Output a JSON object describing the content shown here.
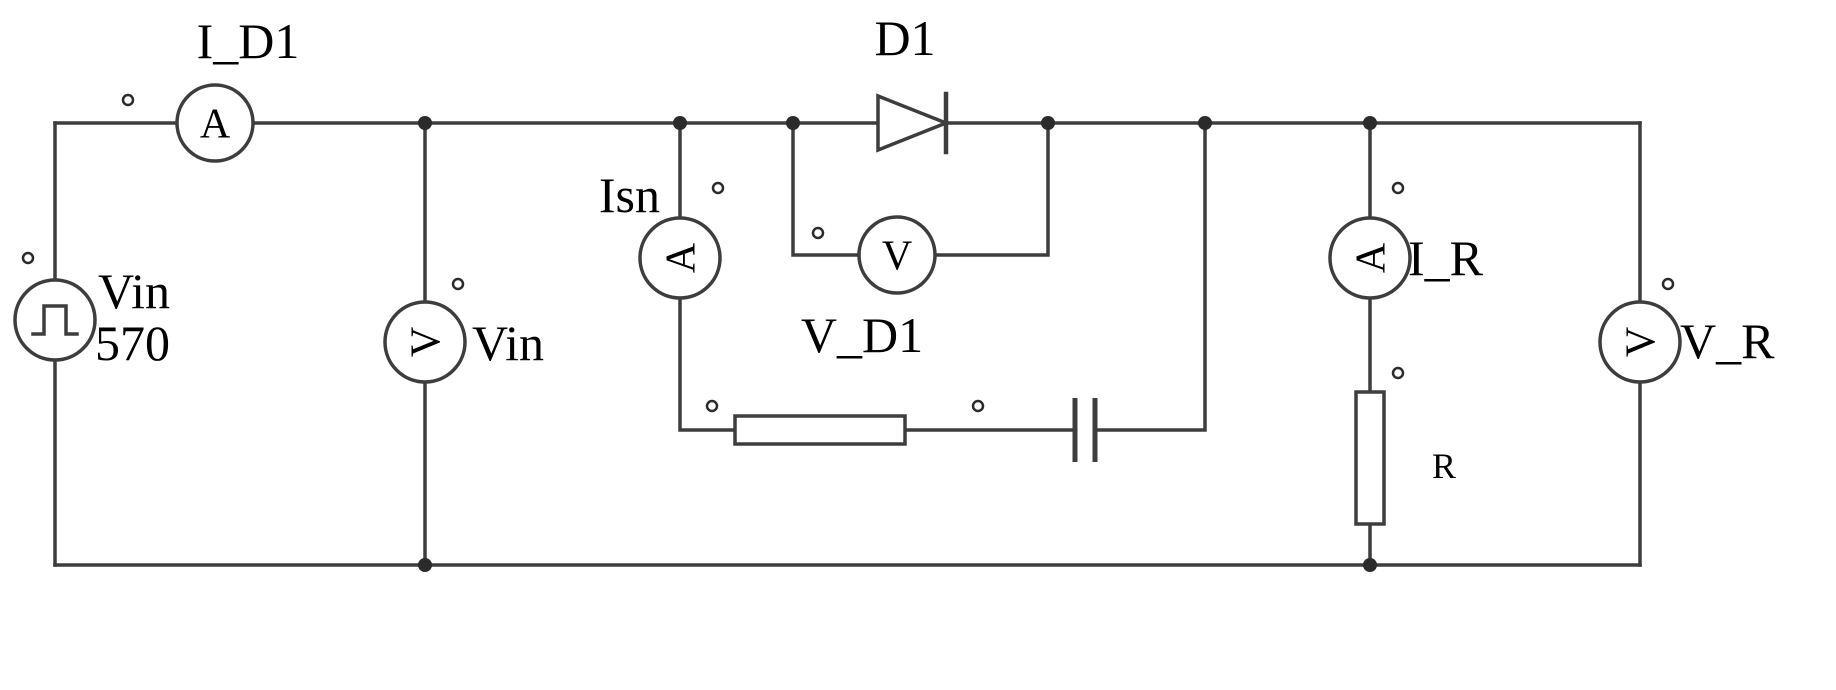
{
  "schematic": {
    "colors": {
      "background": "#ffffff",
      "wire": "#3d3d3d",
      "text": "#000000"
    },
    "source": {
      "label_line1": "Vin",
      "label_line2": "570"
    },
    "meters": {
      "i_d1": {
        "label": "I_D1",
        "symbol": "A"
      },
      "vin": {
        "label": "Vin",
        "symbol": "V"
      },
      "isn": {
        "label": "Isn",
        "symbol": "A"
      },
      "v_d1": {
        "label": "V_D1",
        "symbol": "V"
      },
      "i_r": {
        "label": "I_R",
        "symbol": "A"
      },
      "v_r": {
        "label": "V_R",
        "symbol": "V"
      }
    },
    "diode": {
      "label": "D1"
    },
    "load_resistor": {
      "label": "R"
    }
  }
}
